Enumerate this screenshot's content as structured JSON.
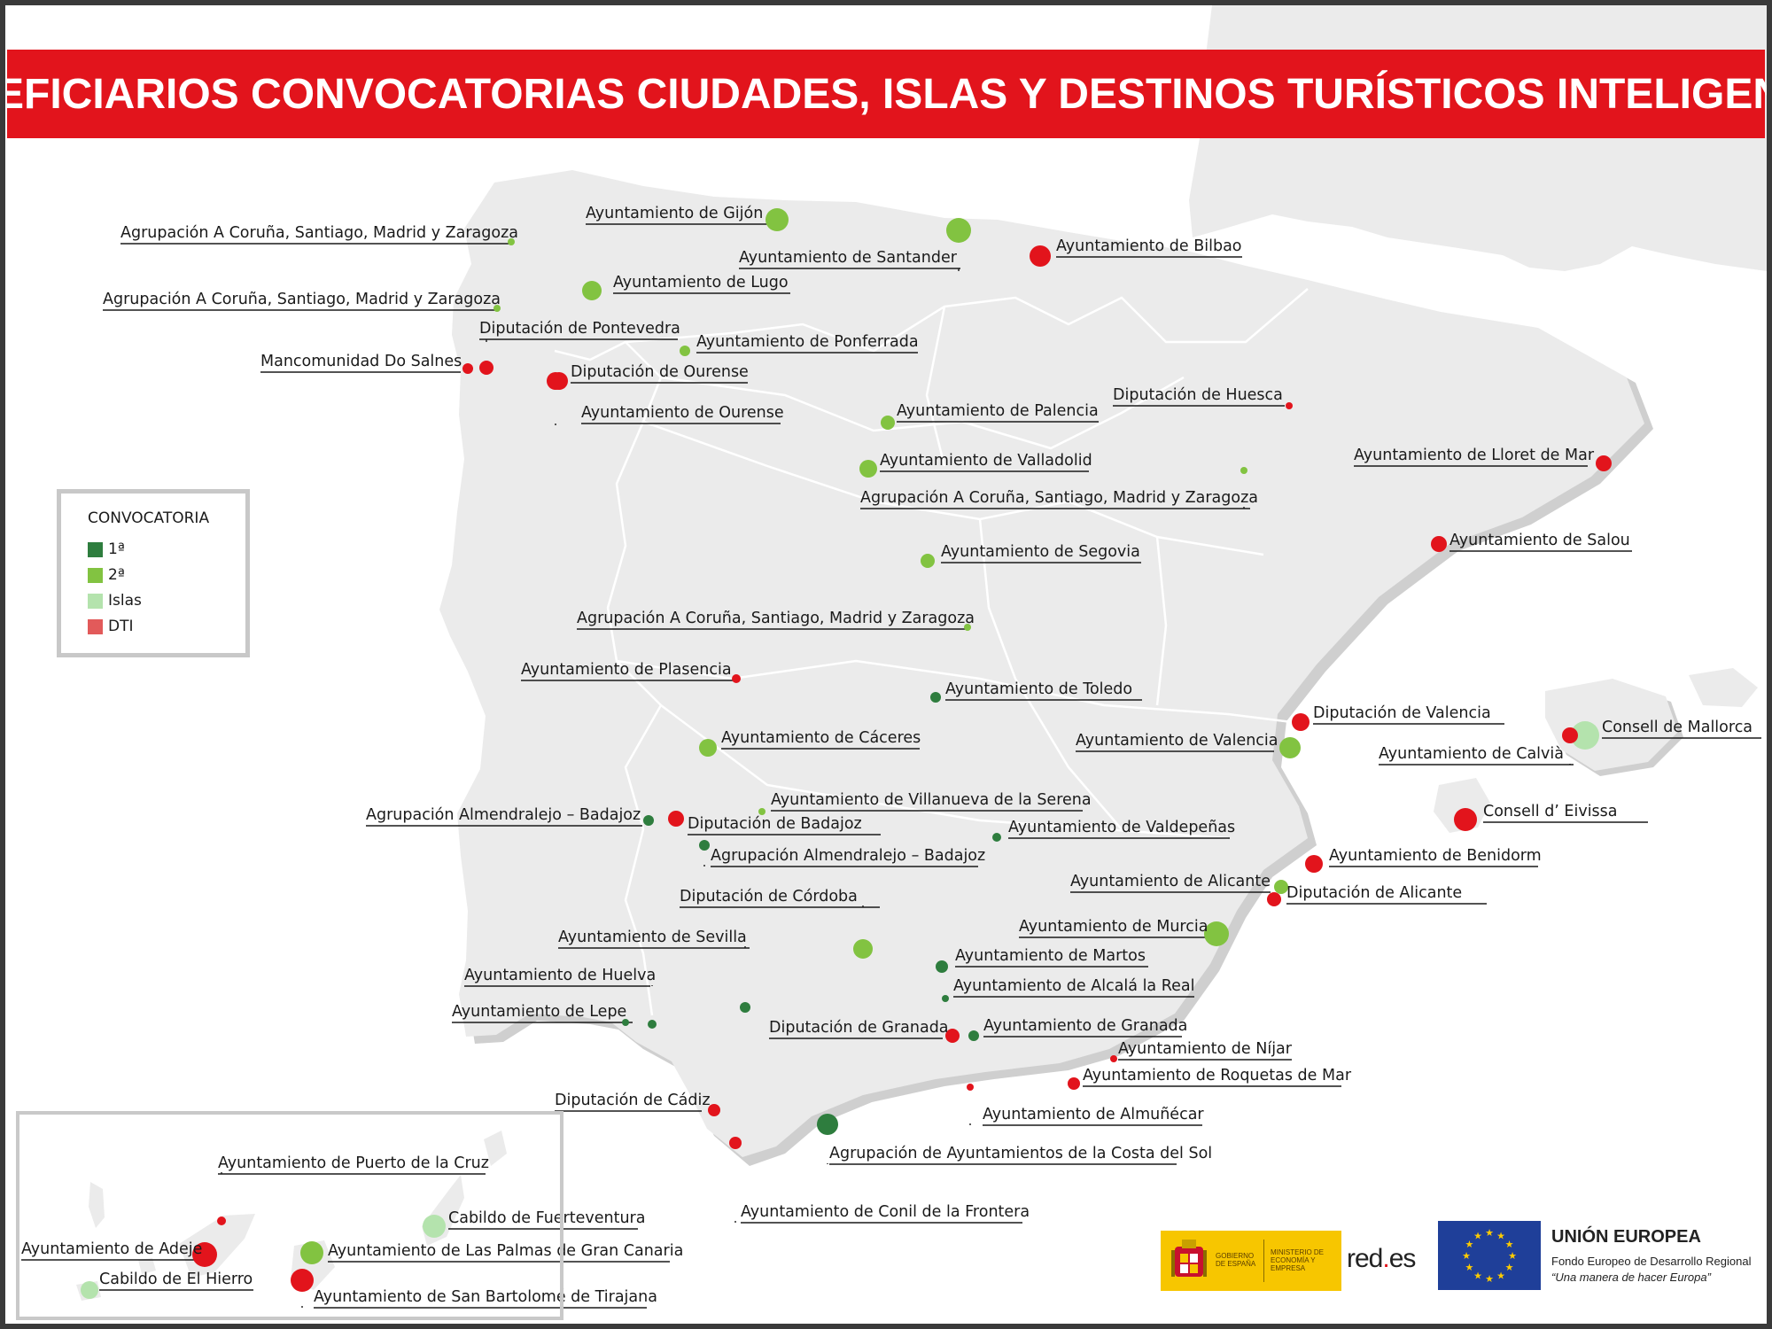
{
  "title": "BENEFICIARIOS CONVOCATORIAS CIUDADES, ISLAS Y DESTINOS TURÍSTICOS INTELIGENTES",
  "legend": {
    "title": "CONVOCATORIA",
    "items": [
      {
        "label": "1ª",
        "color": "#2e7d3e"
      },
      {
        "label": "2ª",
        "color": "#82c341"
      },
      {
        "label": "Islas",
        "color": "#b4e3ad"
      },
      {
        "label": "DTI",
        "color": "#e25a5a"
      }
    ]
  },
  "colors": {
    "title_red": "#e2141c",
    "land": "#ebebeb",
    "land_border": "#ffffff",
    "sea_shadow": "#cfcfcf",
    "label_text": "#1a1a1a"
  },
  "beneficiaries": [
    {
      "label": "Agrupación A Coruña, Santiago, Madrid y Zaragoza",
      "type": "2ª"
    },
    {
      "label": "Ayuntamiento de Gijón",
      "type": "2ª"
    },
    {
      "label": "Ayuntamiento de Santander",
      "type": "2ª"
    },
    {
      "label": "Ayuntamiento de Bilbao",
      "type": "DTI"
    },
    {
      "label": "Ayuntamiento de Lugo",
      "type": "2ª"
    },
    {
      "label": "Agrupación A Coruña, Santiago, Madrid y Zaragoza",
      "type": "2ª"
    },
    {
      "label": "Diputación de Pontevedra",
      "type": "DTI"
    },
    {
      "label": "Ayuntamiento de Ponferrada",
      "type": "2ª"
    },
    {
      "label": "Mancomunidad Do Salnes",
      "type": "DTI"
    },
    {
      "label": "Diputación de Ourense",
      "type": "DTI"
    },
    {
      "label": "Ayuntamiento de Ourense",
      "type": "DTI"
    },
    {
      "label": "Diputación de Huesca",
      "type": "DTI"
    },
    {
      "label": "Ayuntamiento de Palencia",
      "type": "2ª"
    },
    {
      "label": "Ayuntamiento de Valladolid",
      "type": "2ª"
    },
    {
      "label": "Ayuntamiento de Lloret de Mar",
      "type": "DTI"
    },
    {
      "label": "Agrupación A Coruña, Santiago, Madrid y Zaragoza",
      "type": "2ª"
    },
    {
      "label": "Ayuntamiento de Salou",
      "type": "DTI"
    },
    {
      "label": "Ayuntamiento de Segovia",
      "type": "2ª"
    },
    {
      "label": "Agrupación A Coruña, Santiago, Madrid y Zaragoza",
      "type": "2ª"
    },
    {
      "label": "Ayuntamiento de Plasencia",
      "type": "DTI"
    },
    {
      "label": "Ayuntamiento de Toledo",
      "type": "1ª"
    },
    {
      "label": "Diputación de Valencia",
      "type": "DTI"
    },
    {
      "label": "Ayuntamiento de Cáceres",
      "type": "2ª"
    },
    {
      "label": "Ayuntamiento de Valencia",
      "type": "2ª"
    },
    {
      "label": "Consell de Mallorca",
      "type": "Islas"
    },
    {
      "label": "Ayuntamiento de Calvià",
      "type": "DTI"
    },
    {
      "label": "Ayuntamiento de Villanueva de la Serena",
      "type": "2ª"
    },
    {
      "label": "Agrupación Almendralejo – Badajoz",
      "type": "1ª"
    },
    {
      "label": "Diputación de Badajoz",
      "type": "DTI"
    },
    {
      "label": "Consell d’ Eivissa",
      "type": "DTI"
    },
    {
      "label": "Ayuntamiento de Valdepeñas",
      "type": "1ª"
    },
    {
      "label": "Agrupación Almendralejo – Badajoz",
      "type": "1ª"
    },
    {
      "label": "Ayuntamiento de Benidorm",
      "type": "DTI"
    },
    {
      "label": "Ayuntamiento de Alicante",
      "type": "2ª"
    },
    {
      "label": "Diputación de Alicante",
      "type": "DTI"
    },
    {
      "label": "Diputación de Córdoba",
      "type": "2ª"
    },
    {
      "label": "Ayuntamiento de Murcia",
      "type": "2ª"
    },
    {
      "label": "Ayuntamiento de Sevilla",
      "type": "1ª"
    },
    {
      "label": "Ayuntamiento de Martos",
      "type": "1ª"
    },
    {
      "label": "Ayuntamiento de Huelva",
      "type": "1ª"
    },
    {
      "label": "Ayuntamiento de Alcalá la Real",
      "type": "1ª"
    },
    {
      "label": "Ayuntamiento de Lepe",
      "type": "1ª"
    },
    {
      "label": "Diputación de Granada",
      "type": "DTI"
    },
    {
      "label": "Ayuntamiento de Granada",
      "type": "1ª"
    },
    {
      "label": "Ayuntamiento de Níjar",
      "type": "DTI"
    },
    {
      "label": "Ayuntamiento de Roquetas de Mar",
      "type": "DTI"
    },
    {
      "label": "Diputación de Cádiz",
      "type": "DTI"
    },
    {
      "label": "Ayuntamiento de Almuñécar",
      "type": "DTI"
    },
    {
      "label": "Agrupación de Ayuntamientos de la Costa del Sol",
      "type": "1ª"
    },
    {
      "label": "Ayuntamiento de Conil de la Frontera",
      "type": "DTI"
    },
    {
      "label": "Ayuntamiento de Puerto de la Cruz",
      "type": "DTI"
    },
    {
      "label": "Cabildo de Fuerteventura",
      "type": "Islas"
    },
    {
      "label": "Ayuntamiento de Adeje",
      "type": "DTI"
    },
    {
      "label": "Ayuntamiento de Las Palmas de Gran Canaria",
      "type": "2ª"
    },
    {
      "label": "Cabildo de El Hierro",
      "type": "Islas"
    },
    {
      "label": "Ayuntamiento de San Bartolomé de Tirajana",
      "type": "DTI"
    }
  ],
  "logos": {
    "gobierno": "GOBIERNO DE ESPAÑA",
    "ministerio": "MINISTERIO DE ECONOMÍA Y EMPRESA",
    "reds_name": "red",
    "reds_dot": ".",
    "reds_suffix": "es",
    "eu_title": "UNIÓN EUROPEA",
    "eu_fund": "Fondo Europeo de Desarrollo Regional",
    "eu_motto": "“Una manera de hacer Europa”"
  }
}
